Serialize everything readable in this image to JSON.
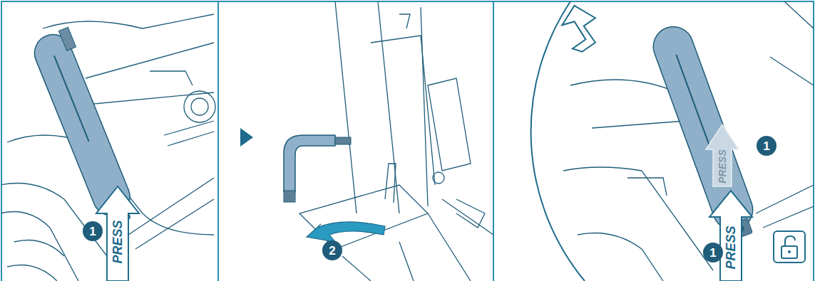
{
  "diagram": {
    "labels": [
      "PRESS",
      "1",
      "2",
      "PRESS",
      "1",
      "PRESS",
      "1"
    ]
  }
}
